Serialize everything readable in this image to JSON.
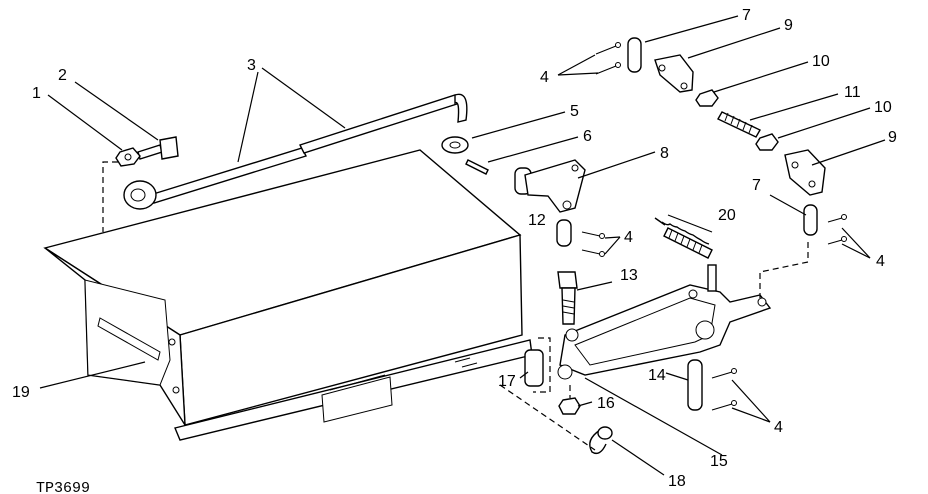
{
  "figure": {
    "id": "TP3699",
    "callouts": [
      "1",
      "2",
      "3",
      "4",
      "5",
      "6",
      "7",
      "8",
      "9",
      "10",
      "11",
      "12",
      "13",
      "14",
      "15",
      "16",
      "17",
      "18",
      "19",
      "20"
    ]
  }
}
